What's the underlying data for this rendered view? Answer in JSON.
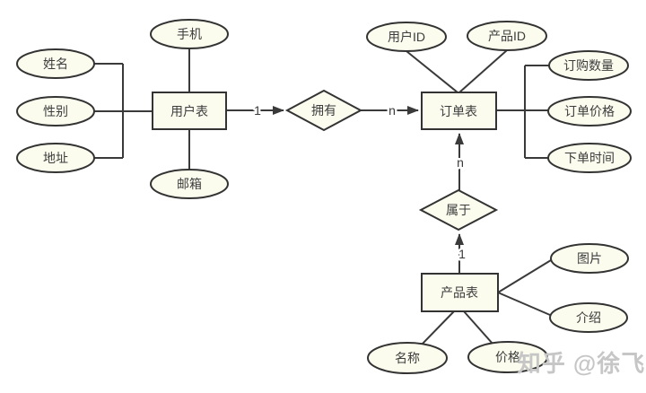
{
  "diagram": {
    "nodes": {
      "user_table": "用户表",
      "order_table": "订单表",
      "product_table": "产品表",
      "owns": "拥有",
      "belongs_to": "属于",
      "phone": "手机",
      "name": "姓名",
      "gender": "性别",
      "address": "地址",
      "email": "邮箱",
      "user_id": "用户ID",
      "product_id": "产品ID",
      "purchase_qty": "订购数量",
      "order_price": "订单价格",
      "order_time": "下单时间",
      "picture": "图片",
      "intro": "介绍",
      "product_name": "名称",
      "price": "价格"
    },
    "cardinalities": {
      "user_to_owns": "1",
      "owns_to_order": "n",
      "belongs_to_order": "n",
      "product_to_belongs": "1"
    },
    "watermark": "知乎 @徐飞",
    "colors": {
      "shape_fill": "#fbfbee",
      "shape_stroke": "#333333",
      "text": "#3d3d3d",
      "watermark": "#c6c6c6",
      "background": "#ffffff"
    }
  }
}
